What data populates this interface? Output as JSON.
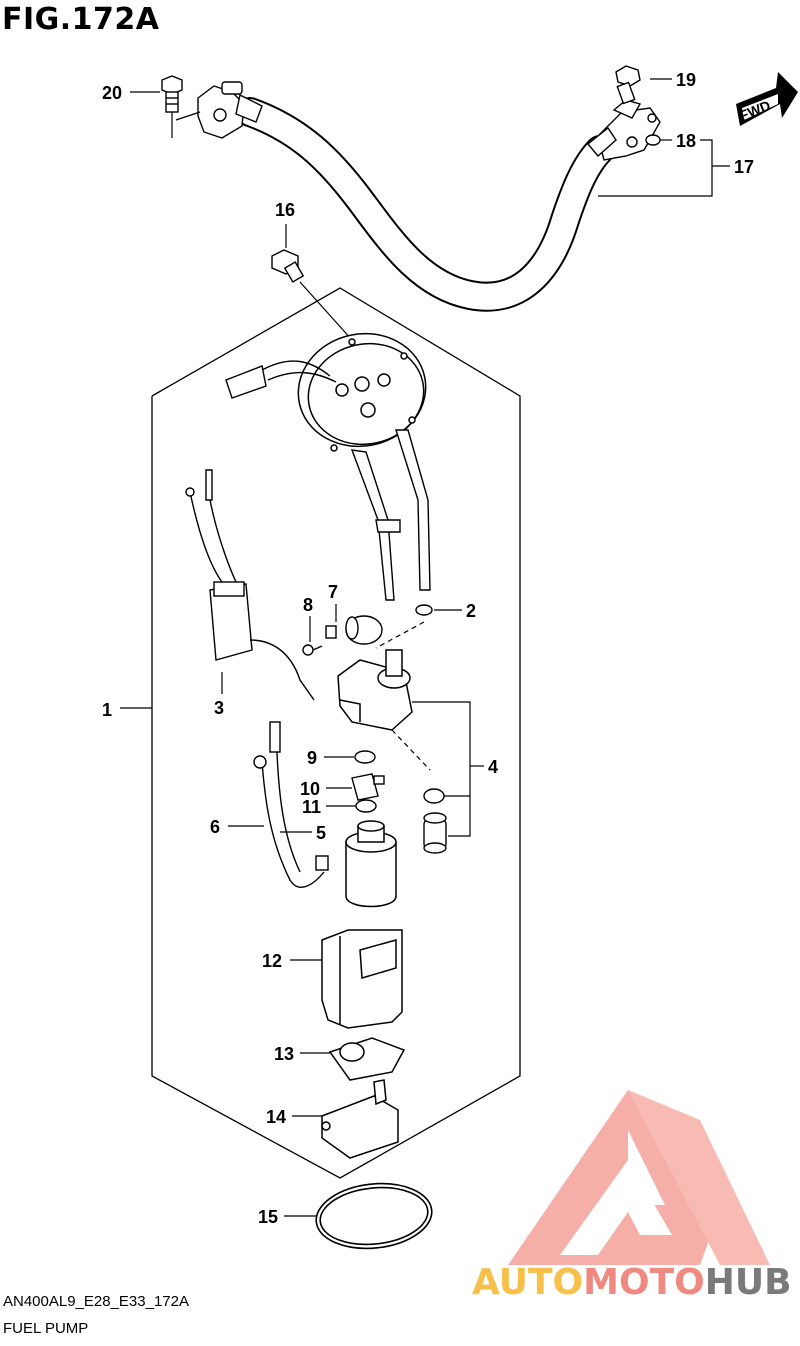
{
  "figure": {
    "title": "FIG.172A",
    "code": "AN400AL9_E28_E33_172A",
    "name": "FUEL PUMP",
    "direction_label": "FWD"
  },
  "callouts": [
    "1",
    "2",
    "3",
    "4",
    "5",
    "6",
    "7",
    "8",
    "9",
    "10",
    "11",
    "12",
    "13",
    "14",
    "15",
    "16",
    "17",
    "18",
    "19",
    "20"
  ],
  "watermark": {
    "part1": "AUTO",
    "part2": "MOTO",
    "part3": "HUB",
    "colors": {
      "auto": "#f7c04a",
      "moto": "#f08a80",
      "hub": "#7a7a7a",
      "logo": "#f4a09a"
    }
  }
}
